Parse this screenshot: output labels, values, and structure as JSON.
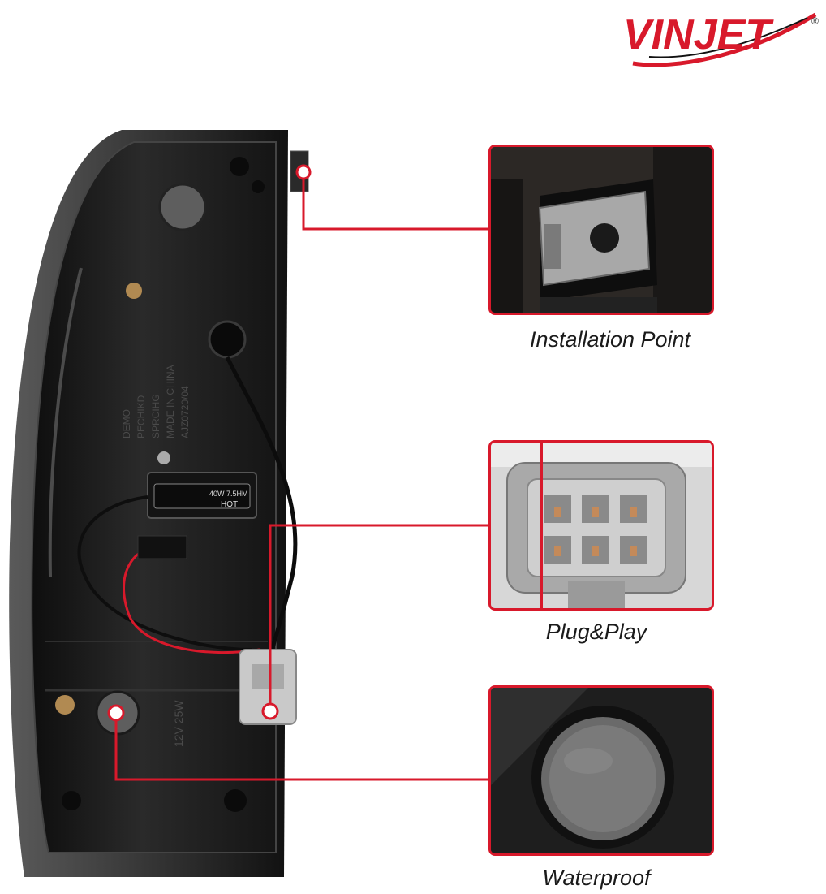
{
  "brand": {
    "text": "VINJET",
    "mark": "®"
  },
  "lamp": {
    "label_left": "40W 7.5HM",
    "label_hot": "HOT",
    "stamp_lines": [
      "DEMO",
      "PECHIKD",
      "SPRCIHG",
      "MADE IN CHINA",
      "AJZ0720/04"
    ],
    "stamp_bottom": "12V  25W"
  },
  "callouts": [
    {
      "caption": "Installation Point",
      "icon": "metal-clip-photo"
    },
    {
      "caption": "Plug&Play",
      "icon": "connector-plug-photo"
    },
    {
      "caption": "Waterproof",
      "icon": "rubber-grommet-photo"
    }
  ],
  "colors": {
    "accent": "#d8192b",
    "housing": "#1b1b1b",
    "plug": "#c9c9c9"
  }
}
